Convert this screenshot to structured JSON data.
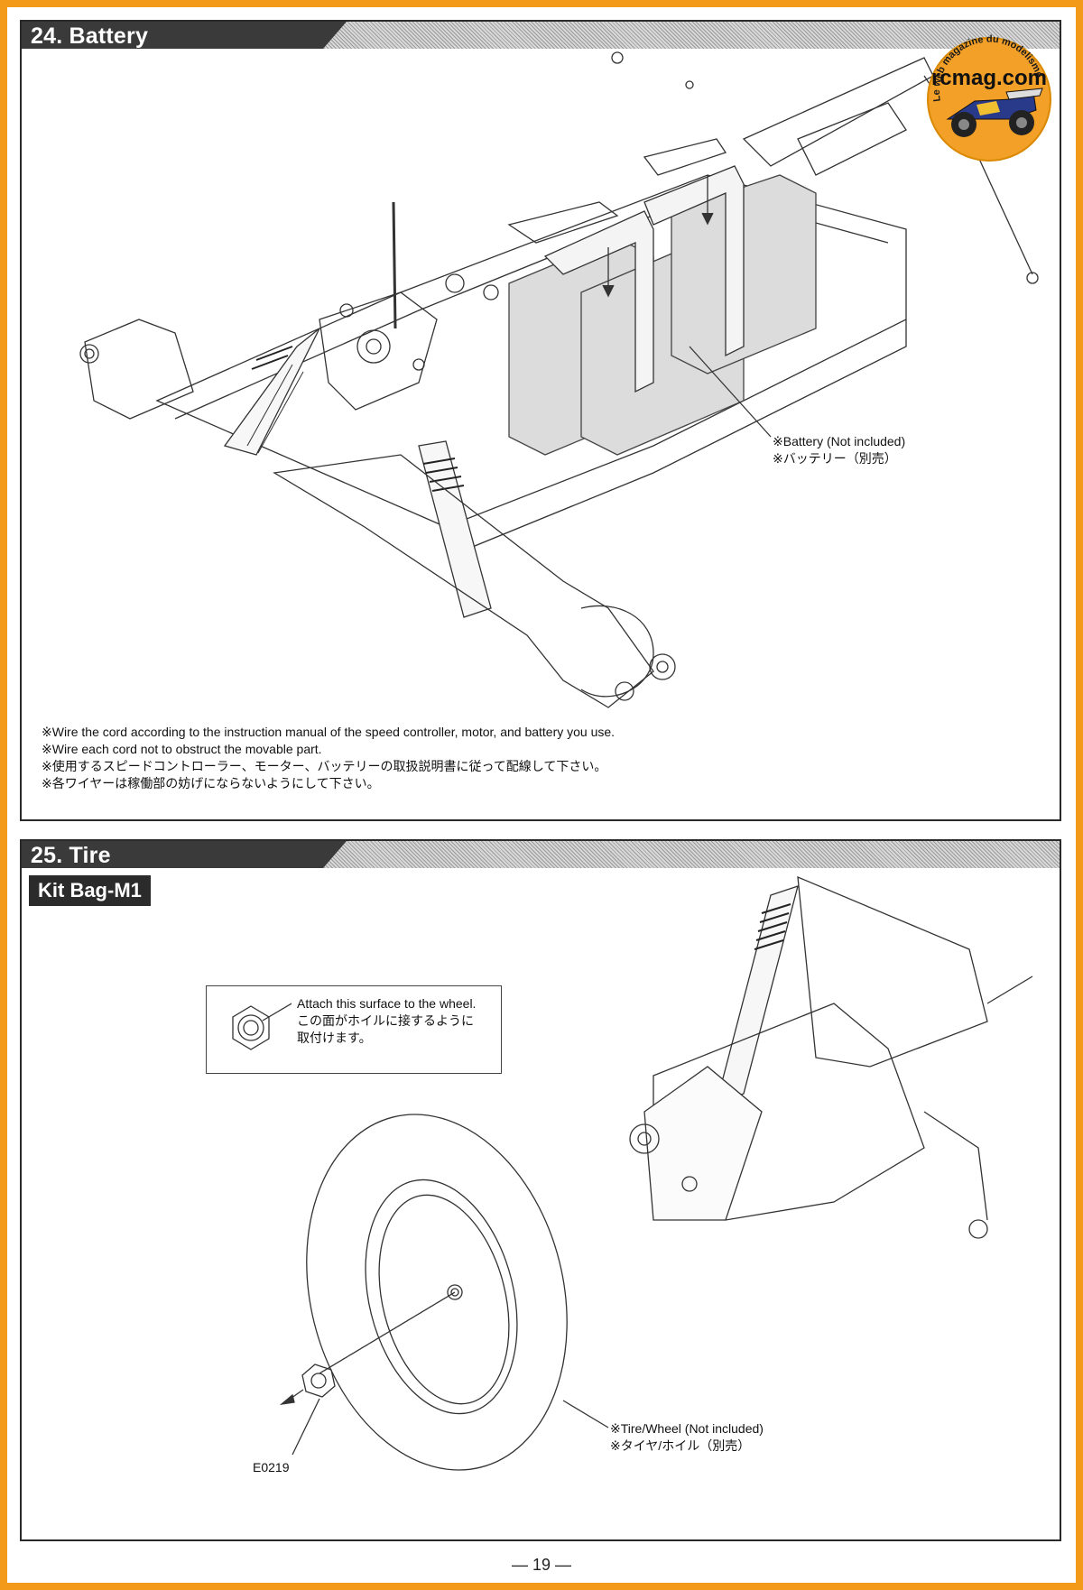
{
  "page_number": "— 19 —",
  "logo": {
    "ring_text": "Le web magazine du modelisme",
    "brand": "rcmag.com"
  },
  "section_24": {
    "title": "24. Battery",
    "battery_callout": [
      "※Battery (Not included)",
      "※バッテリー（別売）"
    ],
    "notes": [
      "※Wire the cord according to the instruction manual of the speed controller, motor, and battery you use.",
      "※Wire each cord not to obstruct the movable part.",
      "※使用するスピードコントローラー、モーター、バッテリーの取扱説明書に従って配線して下さい。",
      "※各ワイヤーは稼働部の妨げにならないようにして下さい。"
    ]
  },
  "section_25": {
    "title": "25. Tire",
    "kit_bag": "Kit Bag-M1",
    "info_box": [
      "Attach this surface to the wheel.",
      "この面がホイルに接するように",
      "取付けます。"
    ],
    "tire_callout": [
      "※Tire/Wheel (Not included)",
      "※タイヤ/ホイル（別売）"
    ],
    "part_code": "E0219"
  }
}
